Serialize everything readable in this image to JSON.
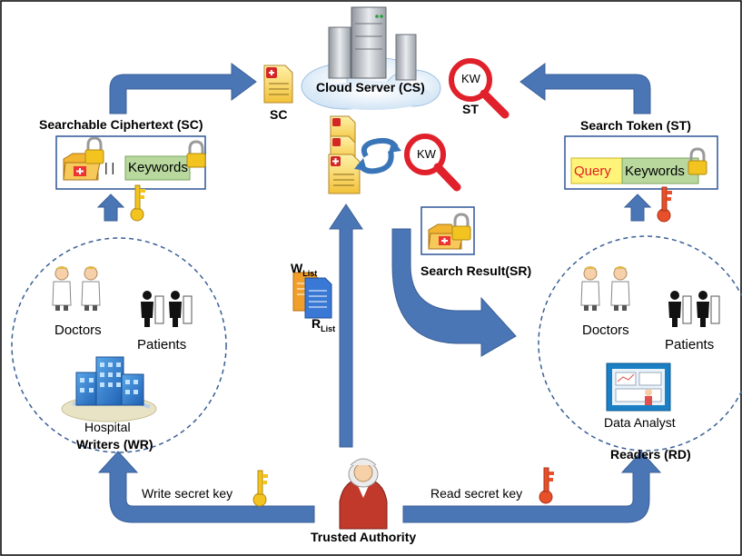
{
  "nodes": {
    "cloud_server": "Cloud Server (CS)",
    "sc_short": "SC",
    "st_short": "ST",
    "searchable_ciphertext": "Searchable Ciphertext (SC)",
    "search_token": "Search Token (ST)",
    "search_result": "Search Result(SR)",
    "writers": "Writers (WR)",
    "readers": "Readers (RD)",
    "trusted_authority": "Trusted Authority"
  },
  "sc_box": {
    "separator": "| |",
    "keywords": "Keywords"
  },
  "st_box": {
    "query": "Query",
    "keywords": "Keywords"
  },
  "kw_badge": "KW",
  "lists": {
    "w_main": "W",
    "w_sub": "List",
    "r_main": "R",
    "r_sub": "List"
  },
  "writers_group": {
    "doctors": "Doctors",
    "patients": "Patients",
    "hospital": "Hospital"
  },
  "readers_group": {
    "doctors": "Doctors",
    "patients": "Patients",
    "analyst": "Data Analyst"
  },
  "edges": {
    "write_key": "Write secret key",
    "read_key": "Read secret key"
  },
  "colors": {
    "arrow_blue": "#4a76b6",
    "box_border": "#2e5597",
    "keyword_fill": "#b9d89e",
    "query_fill": "#fff47a",
    "query_text": "#e02020",
    "key_gold": "#f3c320",
    "key_red": "#e8502a",
    "lens_red": "#e0202a"
  }
}
